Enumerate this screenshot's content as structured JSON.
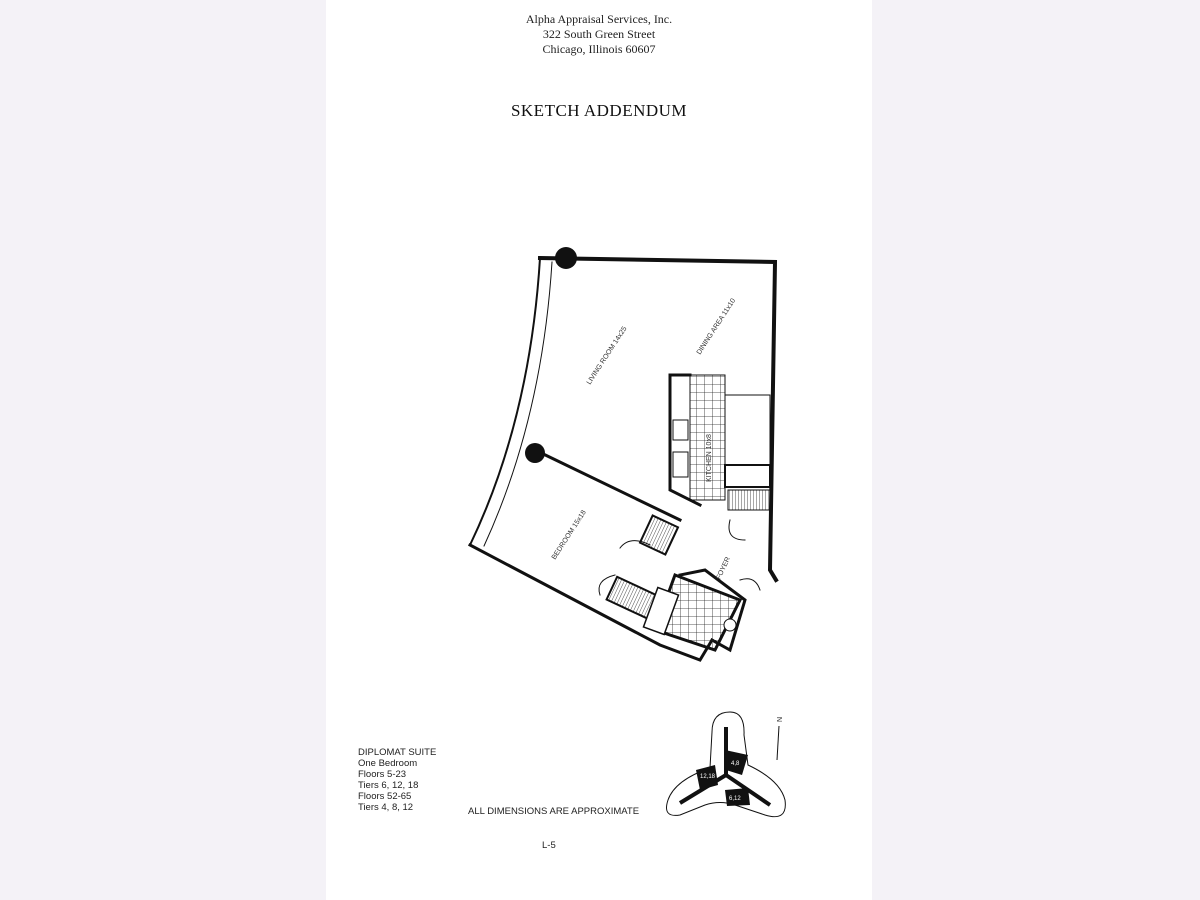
{
  "header": {
    "company": "Alpha Appraisal Services, Inc.",
    "street": "322 South Green Street",
    "city": "Chicago, Illinois 60607"
  },
  "title": "SKETCH ADDENDUM",
  "rooms": {
    "living": "LIVING ROOM 14x25",
    "dining": "DINING AREA 11x10",
    "kitchen": "KITCHEN 10x8",
    "bedroom": "BEDROOM 15x18",
    "foyer": "FOYER"
  },
  "unit_info": [
    "DIPLOMAT SUITE",
    "One Bedroom",
    "Floors 5-23",
    "Tiers 6, 12, 18",
    "Floors 52-65",
    "Tiers 4, 8, 12"
  ],
  "key_plan": {
    "north": "N",
    "tiers": [
      "4,8",
      "12,18",
      "6,12"
    ]
  },
  "note": "ALL DIMENSIONS ARE APPROXIMATE",
  "page_number": "L-5"
}
